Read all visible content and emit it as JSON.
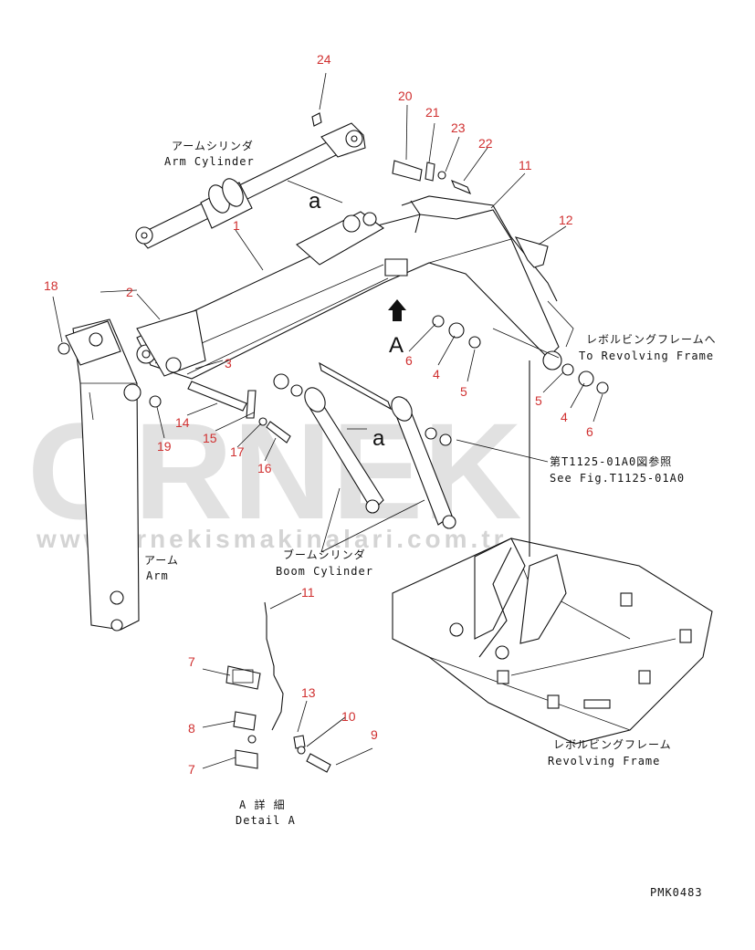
{
  "watermark": {
    "brand": "ORNEK",
    "url": "www.ornekismakinalari.com.tr"
  },
  "drawing_code": "PMK0483",
  "labels": {
    "arm_cylinder_jp": "アームシリンダ",
    "arm_cylinder_en": "Arm Cylinder",
    "arm_jp": "アーム",
    "arm_en": "Arm",
    "boom_cylinder_jp": "ブームシリンダ",
    "boom_cylinder_en": "Boom Cylinder",
    "to_frame_jp": "レボルビングフレームへ",
    "to_frame_en": "To Revolving Frame",
    "see_fig_jp": "第T1125-01A0図参照",
    "see_fig_en": "See Fig.T1125-01A0",
    "frame_jp": "レボルビングフレーム",
    "frame_en": "Revolving Frame",
    "detail_jp": "A 詳 細",
    "detail_en": "Detail A",
    "view_a": "A",
    "arrow_a1": "a",
    "arrow_a2": "a"
  },
  "callouts": [
    "24",
    "20",
    "21",
    "23",
    "22",
    "11",
    "12",
    "1",
    "2",
    "18",
    "3",
    "14",
    "15",
    "17",
    "16",
    "19",
    "6",
    "4",
    "5",
    "5",
    "4",
    "6",
    "11",
    "7",
    "8",
    "7",
    "13",
    "10",
    "9"
  ]
}
